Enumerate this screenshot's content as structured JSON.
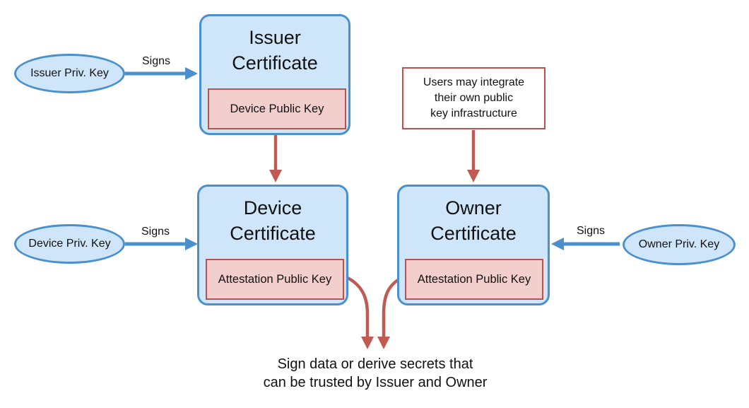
{
  "colors": {
    "certificate_fill": "#cfe6fa",
    "certificate_border": "#4a90cd",
    "key_fill": "#f2cfcd",
    "key_border": "#c0504d",
    "blue_arrow": "#4a90cd",
    "red_arrow": "#c25a54",
    "text": "#111111",
    "background": "#ffffff"
  },
  "certificates": [
    {
      "id": "issuer",
      "title": "Issuer\nCertificate",
      "key_label": "Device Public Key"
    },
    {
      "id": "device",
      "title": "Device\nCertificate",
      "key_label": "Attestation Public Key"
    },
    {
      "id": "owner",
      "title": "Owner\nCertificate",
      "key_label": "Attestation Public Key"
    }
  ],
  "private_keys": [
    {
      "id": "issuer",
      "label": "Issuer Priv. Key"
    },
    {
      "id": "device",
      "label": "Device Priv. Key"
    },
    {
      "id": "owner",
      "label": "Owner Priv. Key"
    }
  ],
  "edge_labels": {
    "issuer_signs": "Signs",
    "device_signs": "Signs",
    "owner_signs": "Signs"
  },
  "note": {
    "text": "Users may integrate\ntheir own public\nkey infrastructure"
  },
  "caption": {
    "text": "Sign data or derive secrets that\ncan be trusted by Issuer and Owner"
  }
}
